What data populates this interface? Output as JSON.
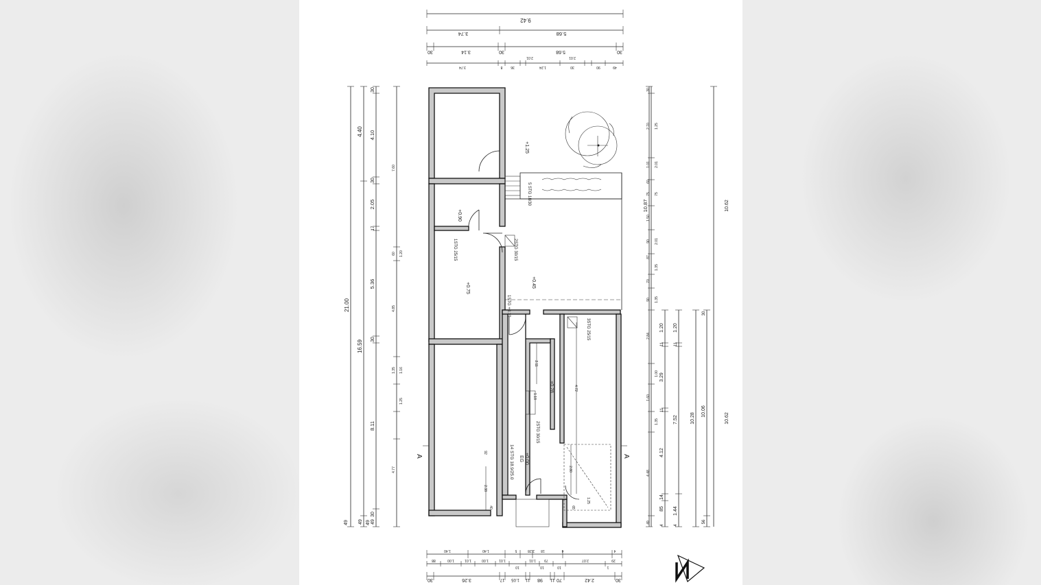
{
  "document": {
    "type": "floor-plan"
  },
  "top_dims": {
    "row1": [
      "9.42"
    ],
    "row2": [
      "3.74",
      "5.68"
    ],
    "row3": [
      "30",
      "3.14",
      "30",
      "5.68",
      "30"
    ],
    "row4": [
      "3.74",
      "8",
      "36",
      "2.01",
      "1.24",
      "30",
      "2.01",
      "90",
      "49"
    ]
  },
  "left_dims": {
    "overall": "21.00",
    "col2": [
      "4.40",
      "16.59",
      "49"
    ],
    "col3": [
      "30",
      "4.10",
      "30",
      "2.05",
      "17",
      "5.36",
      "30",
      "8.11",
      "49"
    ],
    "col4": [
      "7.60",
      "60",
      "1.20",
      "4.85",
      "1.35",
      "1.16",
      "1.25",
      "4.77"
    ],
    "bottom": [
      "49",
      "49",
      "30"
    ]
  },
  "right_dims": {
    "overall": "10.87",
    "col1": [
      "30",
      "2.70",
      "1.01",
      "60",
      "75",
      "1.50",
      "90",
      "87",
      "70",
      "90",
      "2.84",
      "1.00",
      "1.60",
      "1.35",
      "4.48",
      "49"
    ],
    "col2": [
      "1.25",
      "2.01",
      "75",
      "2.01",
      "1.35",
      "1.35"
    ],
    "col3": [
      "1.20",
      "11",
      "3.29",
      "11",
      "4.12",
      "14",
      "85",
      "4"
    ],
    "col4": [
      "1.20",
      "11",
      "7.52",
      "1.44",
      "4"
    ],
    "col5": [
      "10.28",
      "10.06",
      "56"
    ],
    "col6": [
      "30",
      "10.62"
    ]
  },
  "bottom_dims": {
    "row1": [
      "1.40",
      "1.40",
      "5",
      "2.28",
      "18",
      "4",
      "4"
    ],
    "row2": [
      "88",
      "1.00",
      "1.01",
      "1.00",
      "1.01",
      "10",
      "1.01",
      "10",
      "79",
      "10",
      "2.07",
      "1",
      "29"
    ],
    "row3": [
      "30",
      "3.26",
      "17",
      "1.05",
      "11",
      "98",
      "11",
      "70",
      "2.42",
      "30"
    ]
  },
  "labels": {
    "stairs_top": "5 STG\n18/30",
    "stairs_mid_left": "1STG\n25/15",
    "stairs_mid_right": "2STG\n30/15",
    "stairs_small": "1STG\n+0.19",
    "stairs_right": "3STG\n25/15",
    "stairs_main": "14 STG\n18.9/25.0",
    "stairs_inner": "2STG\n30/15",
    "eg_label": "EG",
    "eg_level": "+0.00",
    "level_125": "+1.25",
    "level_090": "+0.90",
    "level_075": "+0.75",
    "level_045": "+0.45",
    "level_028": "+0.28",
    "dim_211": "2.11",
    "dim_472": "4.72",
    "dim_280": "2.80",
    "dim_238": "2.38",
    "dim_92": "92",
    "dim_118": "1.18",
    "dim_125": "1.25",
    "dim_65": "65",
    "dim_40": "40"
  },
  "north_arrow": {
    "symbol": "N"
  }
}
